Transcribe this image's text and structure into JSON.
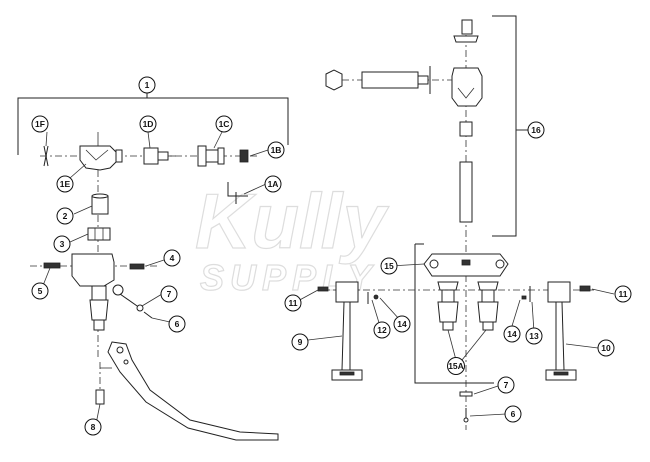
{
  "watermark": {
    "line1": "Kully",
    "line2": "SUPPLY"
  },
  "callouts": [
    "1",
    "1A",
    "1B",
    "1C",
    "1D",
    "1E",
    "1F",
    "2",
    "3",
    "4",
    "5",
    "6",
    "7",
    "8",
    "9",
    "10",
    "11",
    "12",
    "13",
    "14",
    "15",
    "15A",
    "16"
  ]
}
